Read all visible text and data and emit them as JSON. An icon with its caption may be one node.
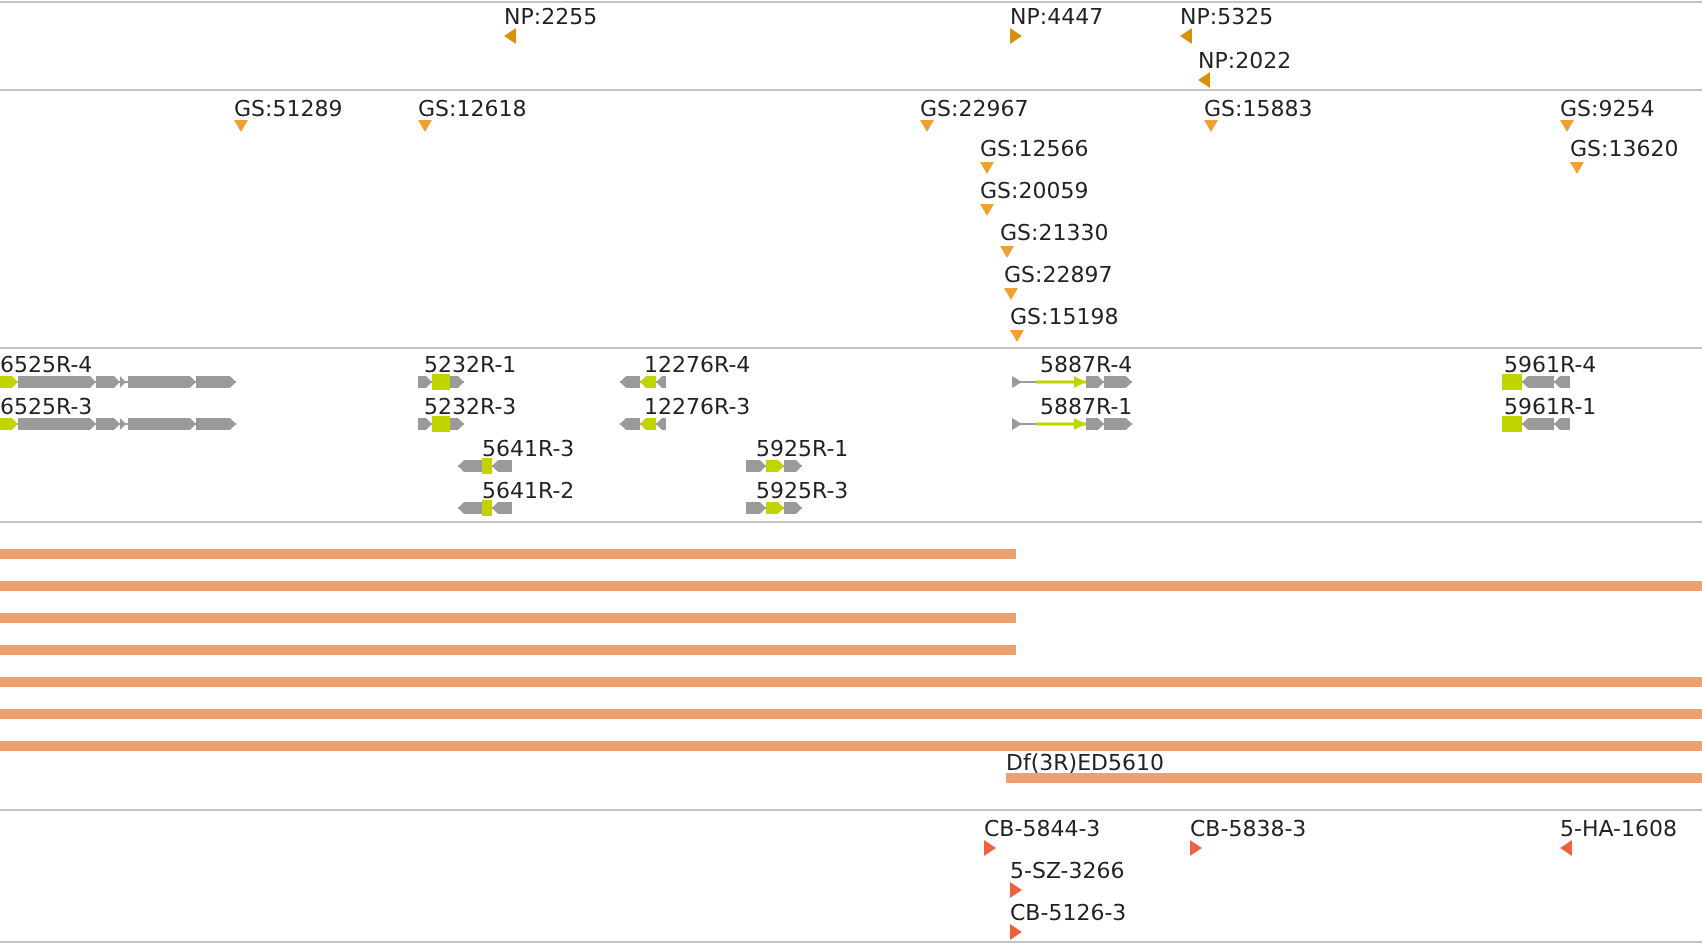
{
  "diagram": {
    "labels": [
      "NP:2255",
      "NP:4447",
      "NP:5325",
      "NP:2022",
      "GS:51289",
      "GS:12618",
      "GS:22967",
      "GS:15883",
      "GS:9254",
      "GS:12566",
      "GS:13620",
      "GS:20059",
      "GS:21330",
      "GS:22897",
      "GS:15198",
      "6525R-4",
      "5232R-1",
      "12276R-4",
      "5887R-4",
      "5961R-4",
      "6525R-3",
      "5232R-3",
      "12276R-3",
      "5887R-1",
      "5961R-1",
      "5641R-3",
      "5925R-1",
      "5641R-2",
      "5925R-3",
      "Df(3R)ED5610",
      "CB-5844-3",
      "CB-5838-3",
      "5-HA-1608",
      "5-SZ-3266",
      "CB-5126-3"
    ]
  }
}
